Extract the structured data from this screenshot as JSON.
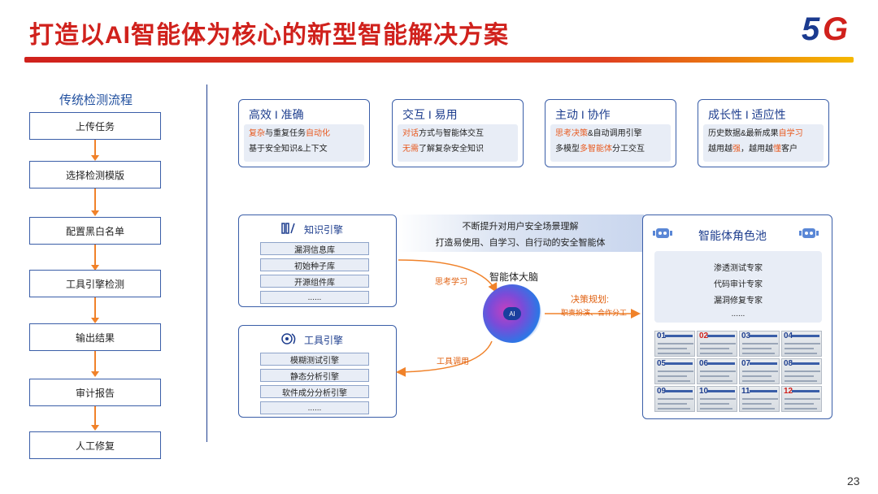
{
  "title": "打造以AI智能体为核心的新型智能解决方案",
  "logo": {
    "five": "5",
    "g": "G"
  },
  "page_number": "23",
  "left": {
    "title": "传统检测流程",
    "steps": [
      "上传任务",
      "选择检测模版",
      "配置黑白名单",
      "工具引擎检测",
      "输出结果",
      "审计报告",
      "人工修复"
    ]
  },
  "cards": [
    {
      "heading": "高效 I 准确",
      "line1_hl": "复杂",
      "line1_a": "与重复任务",
      "line1_hl2": "自动化",
      "line2": "基于安全知识&上下文"
    },
    {
      "heading": "交互 I 易用",
      "line1_hl": "对话",
      "line1_a": "方式与智能体交互",
      "line1_hl2": "",
      "line2_hl": "无需",
      "line2": "了解复杂安全知识"
    },
    {
      "heading": "主动 I 协作",
      "line1_hl": "思考决策",
      "line1_a": "&自动调用引擎",
      "line1_hl2": "",
      "line2_a": "多模型",
      "line2_hl": "多智能体",
      "line2_b": "分工交互"
    },
    {
      "heading": "成长性 I 适应性",
      "line1_a": "历史数据&最新成果",
      "line1_hl2": "自学习",
      "line2_a": "越用越",
      "line2_hl": "强",
      "line2_b": "，越用越",
      "line2_hl2": "懂",
      "line2_c": "客户"
    }
  ],
  "knowledge": {
    "title": "知识引擎",
    "items": [
      "漏洞信息库",
      "初始种子库",
      "开源组件库",
      "......"
    ]
  },
  "tools": {
    "title": "工具引擎",
    "items": [
      "模糊测试引擎",
      "静态分析引擎",
      "软件成分分析引擎",
      "......"
    ]
  },
  "band": {
    "line1": "不断提升对用户安全场景理解",
    "line2": "打造易使用、自学习、自行动的安全智能体"
  },
  "brain": {
    "label": "智能体大脑",
    "badge": "AI"
  },
  "flows": {
    "think": "思考学习",
    "decide": "决策规划:",
    "decide_sub": "职责扮演、合作分工",
    "tool_call": "工具调用"
  },
  "pool": {
    "title": "智能体角色池",
    "roles": [
      "渗透测试专家",
      "代码审计专家",
      "漏洞修复专家",
      "......"
    ],
    "tiles": [
      "01",
      "02",
      "03",
      "04",
      "05",
      "06",
      "07",
      "08",
      "09",
      "10",
      "11",
      "12"
    ]
  },
  "colors": {
    "brand_red": "#d0211c",
    "brand_blue": "#1f3f8f",
    "accent_orange": "#f0822a"
  }
}
